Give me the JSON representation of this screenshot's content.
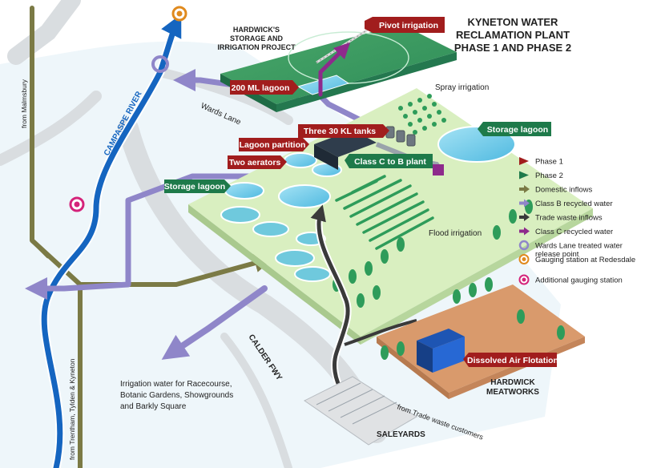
{
  "title": {
    "line1": "KYNETON WATER",
    "line2": "RECLAMATION PLANT",
    "line3": "PHASE 1 AND PHASE 2"
  },
  "labels": {
    "hardwick_project_1": "HARDWICK'S",
    "hardwick_project_2": "STORAGE AND",
    "hardwick_project_3": "IRRIGATION PROJECT",
    "pivot_irrigation": "Pivot irrigation",
    "lagoon_200ml": "200 ML lagoon",
    "spray_irrigation": "Spray irrigation",
    "storage_lagoon_right": "Storage lagoon",
    "three_tanks": "Three 30 KL tanks",
    "lagoon_partition": "Lagoon partition",
    "two_aerators": "Two aerators",
    "class_c_to_b": "Class C to B plant",
    "storage_lagoon_left": "Storage lagoon",
    "flood_irrigation": "Flood irrigation",
    "wards_lane": "Wards Lane",
    "campaspe_river": "CAMPASPE RIVER",
    "calder_fwy": "CALDER FWY",
    "irrigation_water_1": "Irrigation water for Racecourse,",
    "irrigation_water_2": "Botanic Gardens, Showgrounds",
    "irrigation_water_3": "and Barkly Square",
    "dissolved_air": "Dissolved Air Flotation",
    "hardwick_meatworks_1": "HARDWICK",
    "hardwick_meatworks_2": "MEATWORKS",
    "saleyards": "SALEYARDS",
    "from_trade_waste": "from Trade waste customers",
    "from_malmsbury": "from Malmsbury",
    "from_trentham": "from Trentham, Tylden & Kyneton"
  },
  "legend": [
    {
      "label": "Phase 1",
      "kind": "flag",
      "color": "#a11d1d"
    },
    {
      "label": "Phase 2",
      "kind": "flag",
      "color": "#1e7a4a"
    },
    {
      "label": "Domestic inflows",
      "kind": "arrow",
      "color": "#7b7a45"
    },
    {
      "label": "Class B recycled water",
      "kind": "arrow",
      "color": "#8f86c9"
    },
    {
      "label": "Trade waste inflows",
      "kind": "arrow",
      "color": "#3a3a3a"
    },
    {
      "label": "Class C recycled water",
      "kind": "arrow",
      "color": "#8e2a8c"
    },
    {
      "label": "Wards Lane treated water",
      "label2": "release point",
      "kind": "ring",
      "color": "#8f86c9"
    },
    {
      "label": "Gauging station at Redesdale",
      "kind": "dot",
      "color": "#e08a1e"
    },
    {
      "label": "Additional gauging station",
      "kind": "dot",
      "color": "#d4237a"
    }
  ],
  "colors": {
    "river": "#1565c0",
    "road": "#d9dde0",
    "class_b": "#8f86c9",
    "domestic": "#7b7a45",
    "trade": "#3a3a3a",
    "class_c": "#8e2a8c",
    "phase1": "#a11d1d",
    "phase2": "#1e7a4a",
    "land": "#d9efc0",
    "lagoon": "#7fd2ee"
  }
}
